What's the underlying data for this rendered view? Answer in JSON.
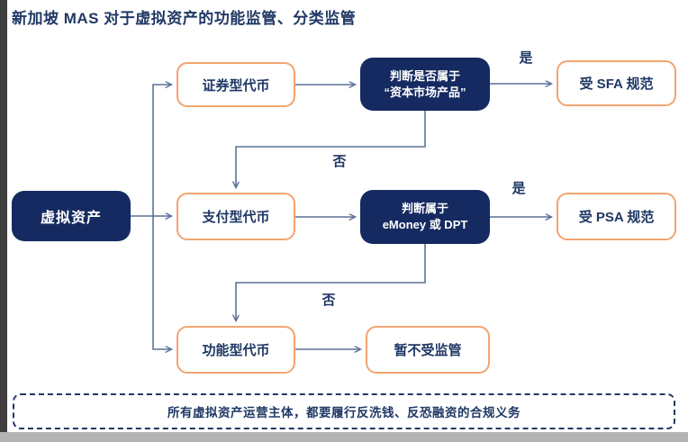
{
  "title": "新加坡 MAS 对于虚拟资产的功能监管、分类监管",
  "flowchart": {
    "root": {
      "label": "虚拟资产"
    },
    "categories": [
      {
        "label": "证券型代币"
      },
      {
        "label": "支付型代币"
      },
      {
        "label": "功能型代币"
      }
    ],
    "decisions": [
      {
        "line1": "判断是否属于",
        "line2": "“资本市场产品”"
      },
      {
        "line1": "判断属于",
        "line2": "eMoney 或 DPT"
      }
    ],
    "outcomes": [
      {
        "label": "受 SFA 规范"
      },
      {
        "label": "受 PSA 规范"
      },
      {
        "label": "暂不受监管"
      }
    ],
    "edge_labels": {
      "yes": "是",
      "no": "否"
    }
  },
  "footnote": "所有虚拟资产运营主体，都要履行反洗钱、反恐融资的合规义务",
  "colors": {
    "navy_box": "#152a60",
    "text_navy": "#1f3864",
    "orange_border": "#f2a470",
    "connector": "#5b7199"
  }
}
